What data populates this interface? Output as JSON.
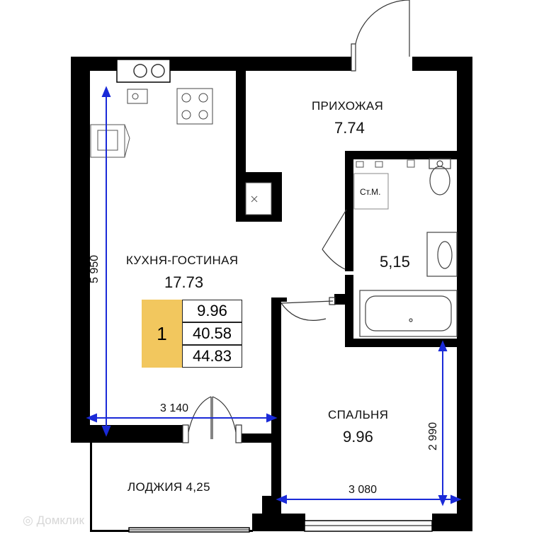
{
  "rooms": {
    "hallway": {
      "name": "ПРИХОЖАЯ",
      "area": "7.74"
    },
    "kitchen_living": {
      "name": "КУХНЯ-ГОСТИНАЯ",
      "area": "17.73"
    },
    "bathroom": {
      "area": "5,15"
    },
    "bedroom": {
      "name": "СПАЛЬНЯ",
      "area": "9.96"
    },
    "loggia": {
      "name": "ЛОДЖИЯ 4,25"
    }
  },
  "washer_label": "Ст.М.",
  "dimensions": {
    "kitchen_height": "5 950",
    "kitchen_width": "3 140",
    "bedroom_height": "2 990",
    "bedroom_width": "3 080"
  },
  "summary": {
    "rooms_count": "1",
    "living_area": "9.96",
    "total_no_balcony": "40.58",
    "total_area": "44.83"
  },
  "watermark": "Домклик",
  "colors": {
    "wall": "#000000",
    "dimension_line": "#1a2ad8",
    "badge": "#F2C75E"
  }
}
